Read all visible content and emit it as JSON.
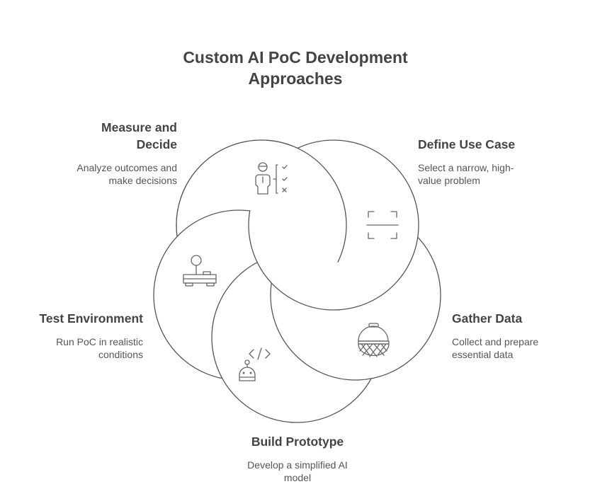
{
  "title": "Custom AI PoC Development Approaches",
  "title_lines": [
    "Custom AI PoC Development",
    "Approaches"
  ],
  "steps": [
    {
      "title_lines": [
        "Measure and",
        "Decide"
      ],
      "desc_lines": [
        "Analyze outcomes and",
        "make decisions"
      ],
      "icon": "decision-checklist-icon"
    },
    {
      "title_lines": [
        "Define Use Case"
      ],
      "desc_lines": [
        "Select a narrow, high-",
        "value problem"
      ],
      "icon": "scan-frame-icon"
    },
    {
      "title_lines": [
        "Gather Data"
      ],
      "desc_lines": [
        "Collect and prepare",
        "essential data"
      ],
      "icon": "basket-icon"
    },
    {
      "title_lines": [
        "Build Prototype"
      ],
      "desc_lines": [
        "Develop a simplified AI",
        "model"
      ],
      "icon": "robot-code-icon"
    },
    {
      "title_lines": [
        "Test Environment"
      ],
      "desc_lines": [
        "Run PoC in realistic",
        "conditions"
      ],
      "icon": "joystick-platform-icon"
    }
  ],
  "colors": {
    "stroke": "#555555",
    "text": "#444444"
  }
}
